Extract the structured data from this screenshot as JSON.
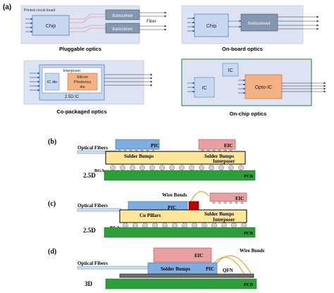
{
  "panels": {
    "a": {
      "tag": "(a)",
      "pluggable": {
        "pcb_label": "Printed circuit board",
        "chip": "Chip",
        "transceiver_top": "transceiver",
        "transceiver_bottom": "transceiver",
        "fiber": "Fiber",
        "caption": "Pluggable optics"
      },
      "onboard": {
        "chip": "Chip",
        "transceiver": "transceiver",
        "caption": "On-board optics"
      },
      "copackaged": {
        "interposer": "Interposer",
        "ic_die": "IC die",
        "silicon_photonics_die": "Silicon Photonics die",
        "package": "2.5D IC",
        "caption": "Co-packaged optics"
      },
      "onchip": {
        "ic_top": "IC",
        "ic_left": "IC",
        "opto_ic": "Opto-IC",
        "caption": "On-chip optics"
      }
    },
    "b": {
      "tag": "(b)",
      "optical_fibers": "Optical Fibers",
      "pic": "PIC",
      "eic": "EIC",
      "solder_bumps_left": "Solder Bumps",
      "solder_bumps_right": "Solder Bumps",
      "interposer": "Interposer",
      "bga": "BGA",
      "pcb": "PCB",
      "label": "2.5D"
    },
    "c": {
      "tag": "(c)",
      "optical_fibers": "Optical Fibers",
      "wire_bonds": "Wire Bonds",
      "pic": "PIC",
      "eic": "EIC",
      "cu_pillars": "Cu Pillars",
      "solder_bumps": "Solder Bumps",
      "interposer": "Interposer",
      "bga": "BGA",
      "pcb": "PCB",
      "label": "2.5D"
    },
    "d": {
      "tag": "(d)",
      "optical_fibers": "Optical Fibers",
      "eic": "EIC",
      "wire_bonds": "Wire Bonds",
      "solder_bumps": "Solder Bumps",
      "pic": "PIC",
      "qfn": "QFN",
      "pcb": "PCB",
      "label": "3D"
    }
  },
  "colors": {
    "panel_bg": "#dde3f3",
    "chip_blue": "#c6d9f1",
    "chip_border": "#5b7fb8",
    "pic_blue": "#7eaee0",
    "eic_pink": "#e8a0a0",
    "interposer_yellow": "#ffe699",
    "pcb_green": "#2e9e3a",
    "bump_gray": "#d0d0d0",
    "wire_gold": "#e0b040",
    "red_block": "#c00000",
    "silicon_orange": "#f4b183"
  }
}
